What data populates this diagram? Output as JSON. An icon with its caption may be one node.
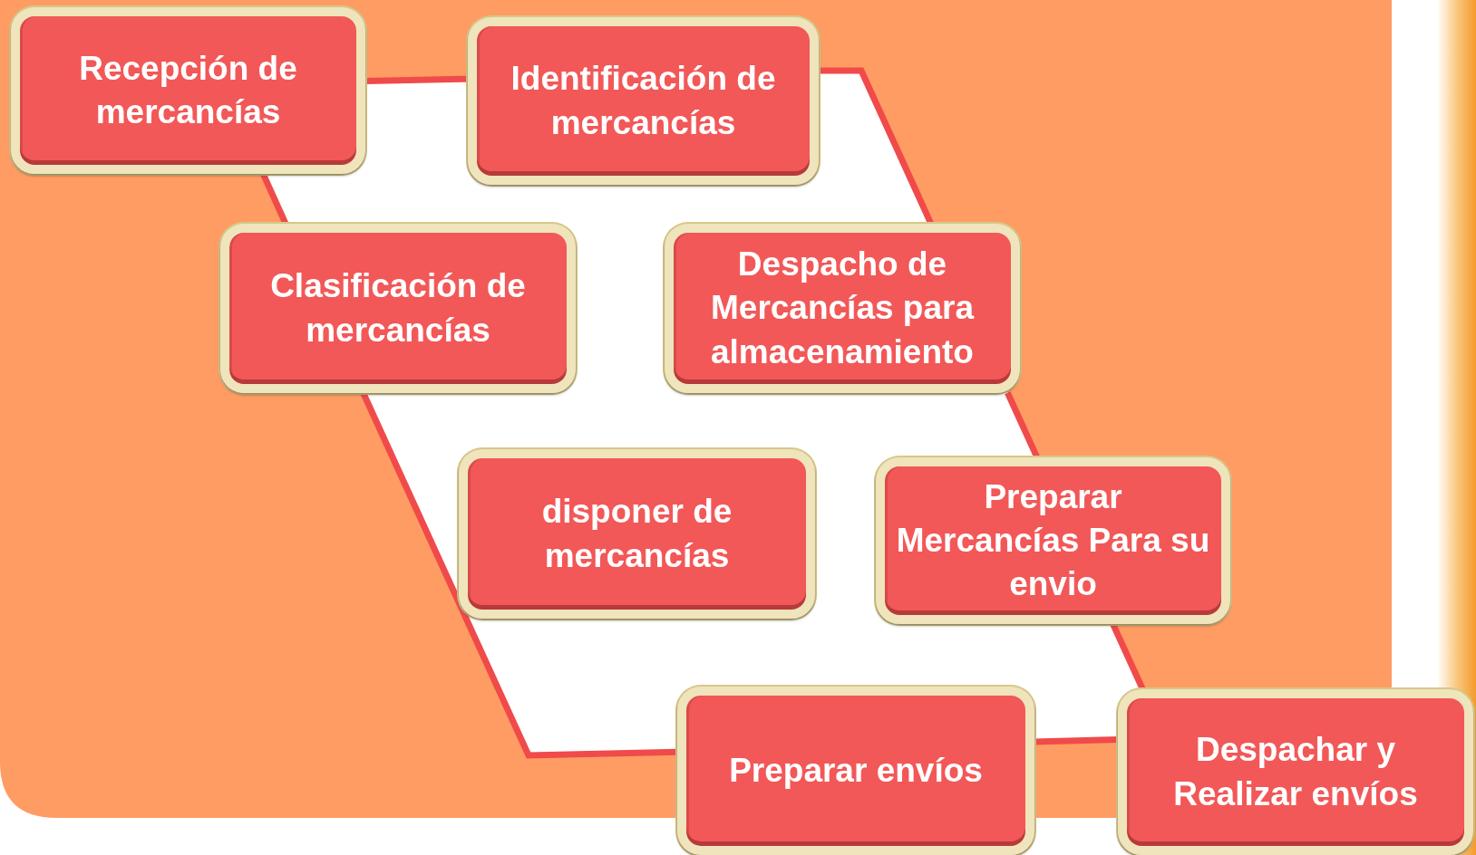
{
  "diagram": {
    "nodes": [
      {
        "text": [
          "Recepción de mercancías"
        ]
      },
      {
        "text": [
          "Identificación de mercancías"
        ]
      },
      {
        "text": [
          "Clasificación de mercancías"
        ]
      },
      {
        "text": [
          "Despacho de Mercancías para almacenamiento"
        ]
      },
      {
        "text": [
          "disponer de mercancías"
        ]
      },
      {
        "text": [
          "Preparar Mercancías Para su envio"
        ]
      },
      {
        "text": [
          "Preparar envíos"
        ]
      },
      {
        "text": [
          "Despachar y Realizar envíos"
        ]
      }
    ],
    "edges": [
      {
        "from": 0,
        "to": 1,
        "arrow": "none"
      },
      {
        "from": 1,
        "to": 3,
        "arrow": "none"
      },
      {
        "from": 3,
        "to": 5,
        "arrow": "none"
      },
      {
        "from": 5,
        "to": 7,
        "arrow": "none"
      },
      {
        "from": 7,
        "to": 6,
        "arrow": "none"
      },
      {
        "from": 6,
        "to": 2,
        "arrow": "none"
      },
      {
        "from": 2,
        "to": 0,
        "arrow": "none"
      }
    ]
  }
}
